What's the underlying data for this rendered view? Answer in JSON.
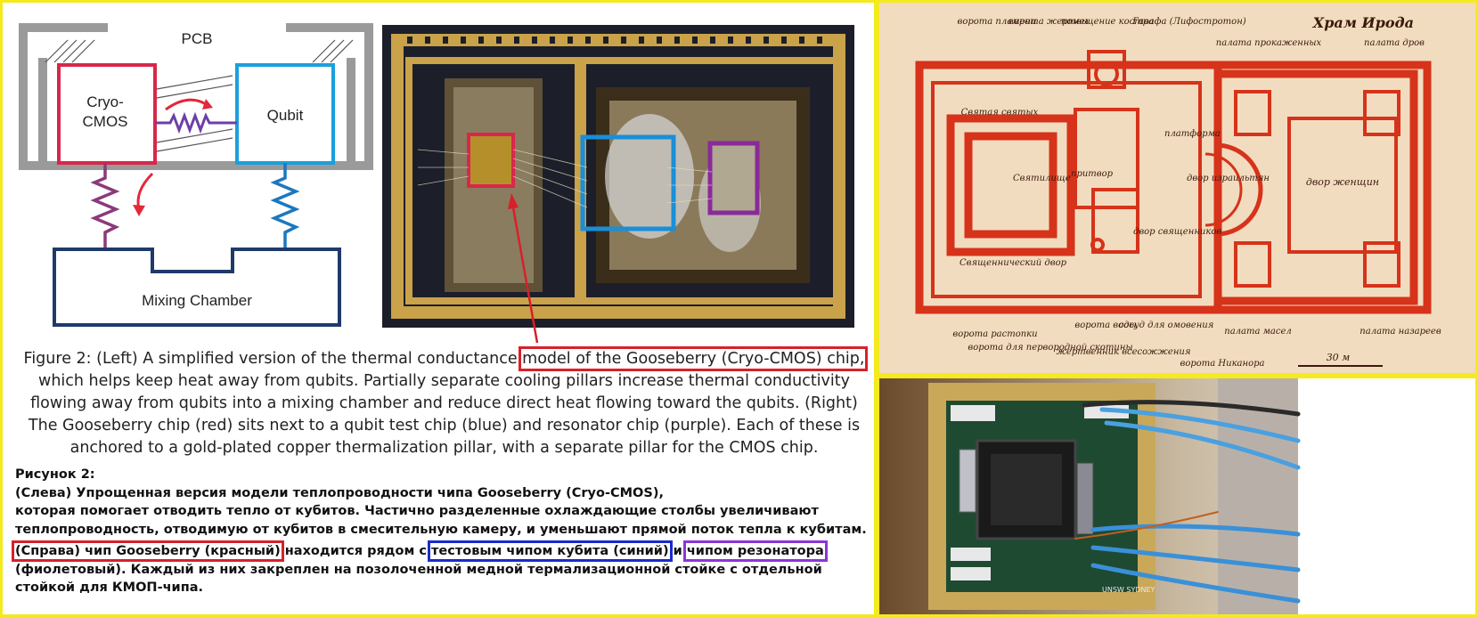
{
  "diagram": {
    "pcb_label": "PCB",
    "cryo_cmos_label_line1": "Cryo-",
    "cryo_cmos_label_line2": "CMOS",
    "qubit_label": "Qubit",
    "mixing_chamber_label": "Mixing Chamber"
  },
  "caption_en": {
    "part1": "Figure 2: (Left) A simplified version of the thermal conductance ",
    "highlight": "model of the Gooseberry (Cryo-CMOS) chip,",
    "part2": " which helps keep heat away from qubits. Partially separate cooling pillars increase thermal conductivity flowing away from qubits into a mixing chamber and reduce direct heat flowing toward the qubits. (Right) The Gooseberry chip (red) sits next to a qubit test chip (blue) and resonator chip (purple). Each of these is anchored to a gold-plated copper thermalization pillar, with a separate pillar for the CMOS chip."
  },
  "caption_ru": {
    "heading": "Рисунок 2:",
    "line1": "(Слева) Упрощенная версия модели теплопроводности чипа Gooseberry (Cryo-CMOS),",
    "line2": "которая помогает отводить тепло от кубитов. Частично разделенные охлаждающие столбы увеличивают теплопроводность, отводимую от кубитов в смесительную камеру, и уменьшают прямой поток тепла к кубитам.",
    "hl_red": "(Справа) чип Gooseberry (красный)",
    "mid1": " находится рядом с ",
    "hl_blue": "тестовым чипом кубита (синий)",
    "mid2": " и ",
    "hl_purple": "чипом резонатора",
    "line_end": " (фиолетовый). Каждый из них закреплен на позолоченной медной термализационной стойке с отдельной стойкой для КМОП-чипа."
  },
  "temple_map": {
    "title": "Храм Ирода",
    "labels": {
      "gate_flame": "ворота пламени",
      "gate_sacrifice": "ворота жертвы",
      "room_fire": "помещение костра",
      "gavafa": "Гавафа (Лифостротон)",
      "lepers": "палата прокаженных",
      "wood": "палата дров",
      "holy_of_holies": "Святая святых",
      "sanctuary": "Святилище",
      "porch": "притвор",
      "platform": "платформа",
      "court_israel": "двор израильтян",
      "women_court": "двор женщин",
      "priests_court": "Священнический двор",
      "priests_court2": "двор священников",
      "gate_kindling": "ворота растопки",
      "gate_firstborn": "ворота для первородной скотины",
      "gate_water": "ворота воды",
      "laver": "сосуд для омовения",
      "altar": "жертвенник всесожжения",
      "gate_nicanor": "ворота Никанора",
      "oils": "палата масел",
      "nazirites": "палата назареев",
      "scale": "30 м"
    }
  },
  "photo": {
    "board_brand": "UNSW SYDNEY"
  },
  "colors": {
    "highlight_yellow": "#f5ea1e",
    "red": "#d8202a",
    "blue": "#1a2acc",
    "purple": "#8a35d8",
    "map_red": "#d6331a"
  }
}
